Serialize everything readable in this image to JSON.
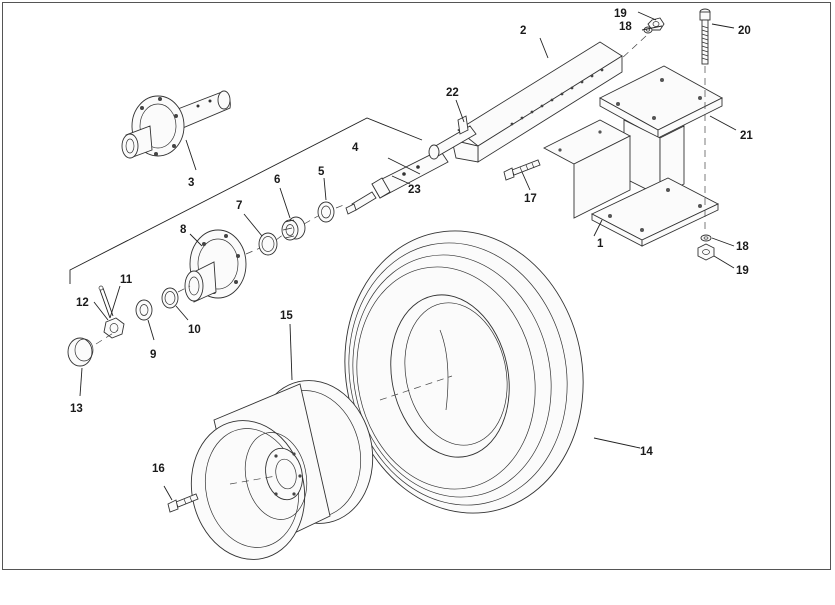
{
  "diagram": {
    "callouts": [
      {
        "id": "c1",
        "text": "1"
      },
      {
        "id": "c2",
        "text": "2"
      },
      {
        "id": "c3",
        "text": "3"
      },
      {
        "id": "c4",
        "text": "4"
      },
      {
        "id": "c5",
        "text": "5"
      },
      {
        "id": "c6",
        "text": "6"
      },
      {
        "id": "c7",
        "text": "7"
      },
      {
        "id": "c8",
        "text": "8"
      },
      {
        "id": "c9",
        "text": "9"
      },
      {
        "id": "c10",
        "text": "10"
      },
      {
        "id": "c11",
        "text": "11"
      },
      {
        "id": "c12",
        "text": "12"
      },
      {
        "id": "c13",
        "text": "13"
      },
      {
        "id": "c14",
        "text": "14"
      },
      {
        "id": "c15",
        "text": "15"
      },
      {
        "id": "c16",
        "text": "16"
      },
      {
        "id": "c17",
        "text": "17"
      },
      {
        "id": "c18a",
        "text": "18"
      },
      {
        "id": "c18b",
        "text": "18"
      },
      {
        "id": "c19a",
        "text": "19"
      },
      {
        "id": "c19b",
        "text": "19"
      },
      {
        "id": "c20",
        "text": "20"
      },
      {
        "id": "c21",
        "text": "21"
      },
      {
        "id": "c22",
        "text": "22"
      },
      {
        "id": "c23",
        "text": "23"
      }
    ]
  }
}
